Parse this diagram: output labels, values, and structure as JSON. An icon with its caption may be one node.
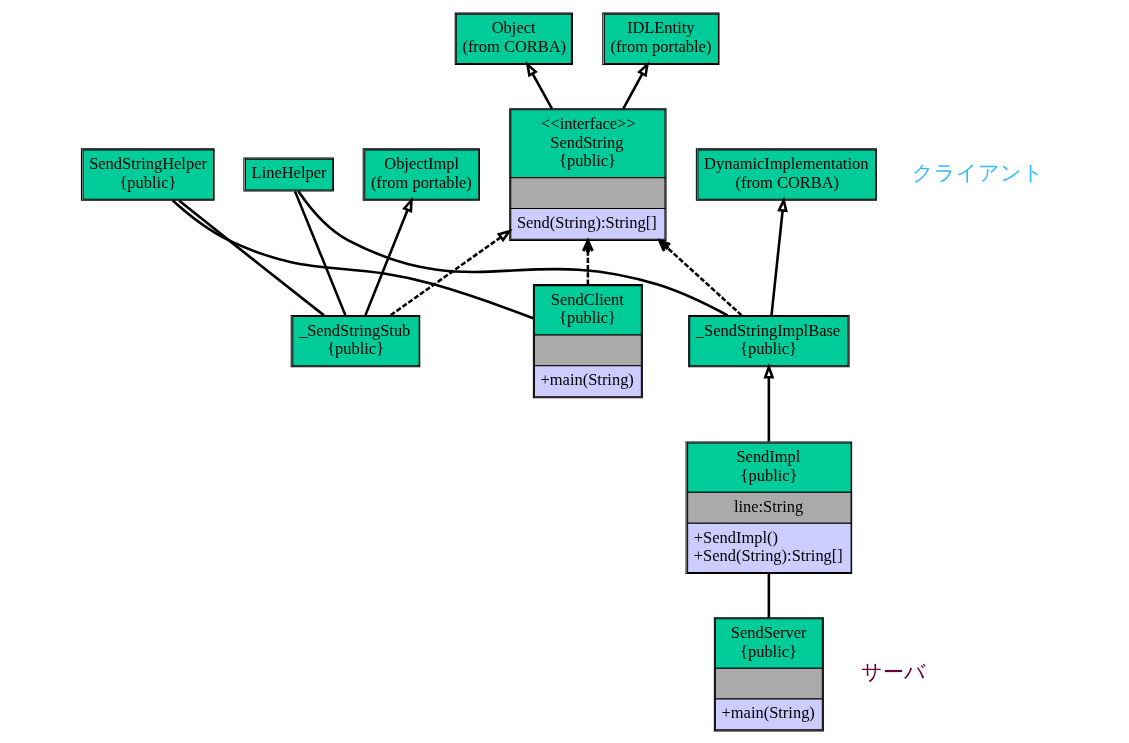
{
  "diagram": {
    "nodes": [
      {
        "text": [
          "DynamicImplementation",
          "(from CORBA)"
        ]
      },
      {
        "text": [
          "_SendStringImplBase",
          "{public}"
        ]
      },
      {
        "text": [
          "SendImpl",
          "{public}",
          "line:String",
          "+SendImpl()",
          "+Send(String):String[]"
        ]
      },
      {
        "text": [
          "SendServer",
          "{public}",
          "+main(String)"
        ]
      },
      {
        "text": [
          "Object",
          "(from CORBA)"
        ]
      },
      {
        "text": [
          "IDLEntity",
          "(from portable)"
        ]
      },
      {
        "text": [
          "<<interface>>",
          "SendString",
          "{public}",
          "Send(String):String[]"
        ]
      },
      {
        "text": [
          "SendClient",
          "{public}",
          "+main(String)"
        ]
      },
      {
        "text": [
          "_SendStringStub",
          "{public}"
        ]
      },
      {
        "text": [
          "SendStringHelper",
          "{public}"
        ]
      },
      {
        "text": [
          "LineHelper"
        ]
      },
      {
        "text": [
          "ObjectImpl",
          "(from portable)"
        ]
      }
    ],
    "edges": [
      {
        "from": 1,
        "to": 0,
        "arrow": "to"
      },
      {
        "from": 1,
        "to": 6,
        "arrow": "to",
        "style": "dashed"
      },
      {
        "from": 2,
        "to": 1,
        "arrow": "to"
      },
      {
        "from": 3,
        "to": 2,
        "arrow": "none"
      },
      {
        "from": 6,
        "to": 4,
        "arrow": "to"
      },
      {
        "from": 6,
        "to": 5,
        "arrow": "to"
      },
      {
        "from": 7,
        "to": 6,
        "arrow": "to",
        "style": "dashed"
      },
      {
        "from": 7,
        "to": 9,
        "arrow": "none"
      },
      {
        "from": 8,
        "to": 6,
        "arrow": "to",
        "style": "dashed"
      },
      {
        "from": 8,
        "to": 9,
        "arrow": "none"
      },
      {
        "from": 8,
        "to": 10,
        "arrow": "none"
      },
      {
        "from": 8,
        "to": 11,
        "arrow": "to"
      },
      {
        "from": 1,
        "to": 10,
        "arrow": "none"
      }
    ],
    "labels": [
      "サーバ",
      "クライアント"
    ]
  }
}
